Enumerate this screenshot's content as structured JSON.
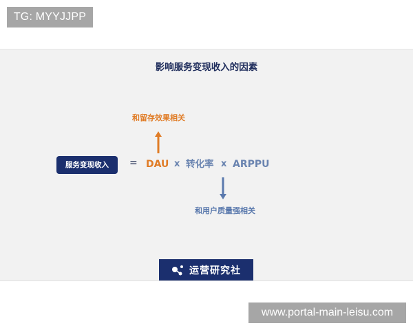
{
  "watermark_top": {
    "text": "TG: MYYJJPP"
  },
  "slide": {
    "title": "影响服务变现收入的因素",
    "formula": {
      "result_label": "服务变现收入",
      "equals": "=",
      "terms": [
        {
          "label": "DAU",
          "color": "#e07c26"
        },
        {
          "label": "转化率",
          "color": "#6a84b0"
        },
        {
          "label": "ARPPU",
          "color": "#6a84b0"
        }
      ],
      "operators": [
        "x",
        "x"
      ]
    },
    "annotations": {
      "up": {
        "text": "和留存效果相关",
        "color": "#e07c26",
        "arrow": "arrow-up-icon"
      },
      "down": {
        "text": "和用户质量强相关",
        "color": "#5a79ad",
        "arrow": "arrow-down-icon"
      }
    },
    "logo": {
      "text": "运营研究社",
      "icon": "share-nodes-icon"
    }
  },
  "watermark_bottom": {
    "text": "www.portal-main-leisu.com"
  },
  "colors": {
    "navy": "#1b2f6e",
    "orange": "#e07c26",
    "steel_blue": "#6a84b0",
    "panel_bg": "#f2f2f2",
    "badge_gray": "#a6a6a6"
  }
}
